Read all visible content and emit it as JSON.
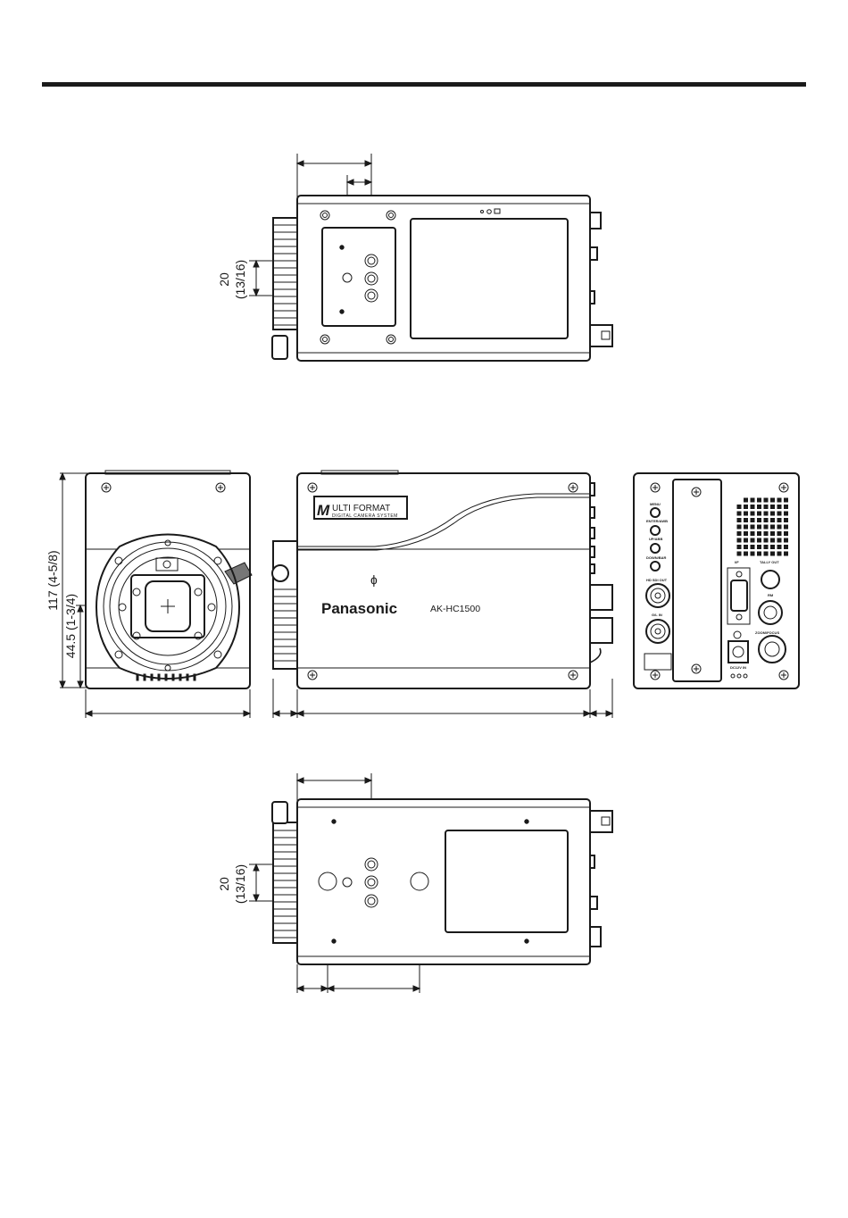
{
  "dimensions": {
    "top_view_offset_mm": "20",
    "top_view_offset_in": "(13/16)",
    "height_total": "117 (4-5/8)",
    "height_center": "44.5 (1-3/4)",
    "bottom_view_offset_mm": "20",
    "bottom_view_offset_in": "(13/16)"
  },
  "side_view": {
    "badge_initial": "M",
    "badge_line1": "ULTI FORMAT",
    "badge_line2": "DIGITAL CAMERA SYSTEM",
    "brand": "Panasonic",
    "model": "AK-HC1500",
    "mark": "ɸ"
  },
  "rear_panel": {
    "buttons": [
      "MENU",
      "ENTER/AWB",
      "UP/ABB",
      "DOWN/BAR"
    ],
    "hd_sdi_out": "HD SDI OUT",
    "gl_in": "G/L IN",
    "ui_port": "I/F",
    "tally_out": "TALLY OUT",
    "rm": "RM",
    "zoom_focus": "ZOOM/FOCUS",
    "dc_in": "DC12V IN"
  }
}
